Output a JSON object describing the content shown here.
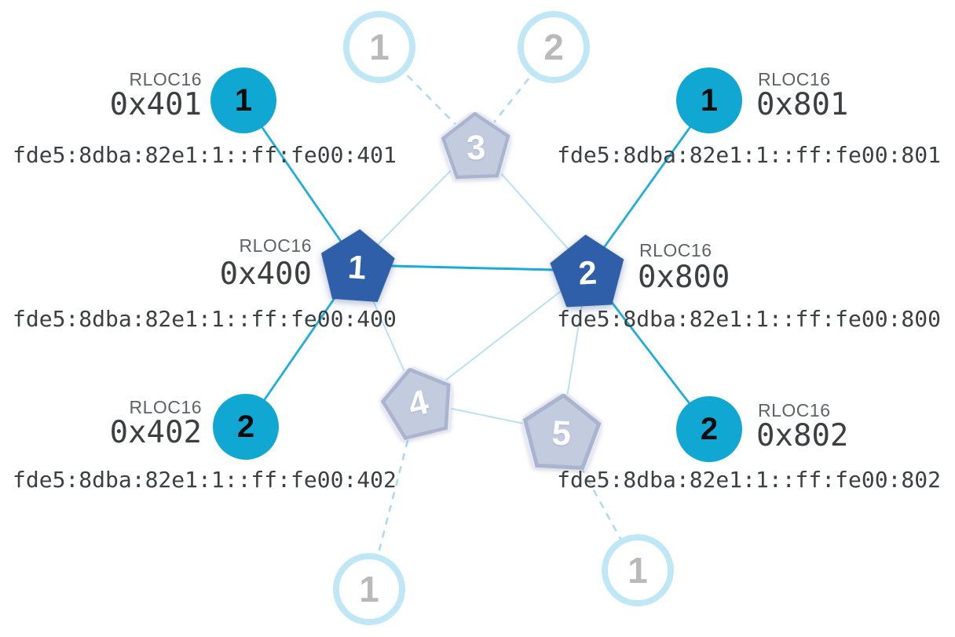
{
  "labels": {
    "rloc16": "RLOC16"
  },
  "colors": {
    "child_fill": "#10a8d2",
    "router_fill": "#2e5fa8",
    "faded_pentagon_fill": "#c3cbde",
    "faded_pentagon_border": "#aab4ce",
    "faded_circle_border": "#bfe7f5",
    "active_link": "#22aedd",
    "inactive_link": "#b9e1f3",
    "dashed_link": "#abdaef",
    "text_dark": "#3c4043",
    "text_label": "#5f6368"
  },
  "nodes": {
    "router1": {
      "number": "1",
      "rloc16": "0x400",
      "ipv6": "fde5:8dba:82e1:1::ff:fe00:400"
    },
    "router2": {
      "number": "2",
      "rloc16": "0x800",
      "ipv6": "fde5:8dba:82e1:1::ff:fe00:800"
    },
    "child401": {
      "number": "1",
      "rloc16": "0x401",
      "ipv6": "fde5:8dba:82e1:1::ff:fe00:401"
    },
    "child402": {
      "number": "2",
      "rloc16": "0x402",
      "ipv6": "fde5:8dba:82e1:1::ff:fe00:402"
    },
    "child801": {
      "number": "1",
      "rloc16": "0x801",
      "ipv6": "fde5:8dba:82e1:1::ff:fe00:801"
    },
    "child802": {
      "number": "2",
      "rloc16": "0x802",
      "ipv6": "fde5:8dba:82e1:1::ff:fe00:802"
    },
    "faded_router3": {
      "number": "3"
    },
    "faded_router4": {
      "number": "4"
    },
    "faded_router5": {
      "number": "5"
    },
    "faded_child_top1": {
      "number": "1"
    },
    "faded_child_top2": {
      "number": "2"
    },
    "faded_child_bottom_left": {
      "number": "1"
    },
    "faded_child_bottom_right": {
      "number": "1"
    }
  }
}
